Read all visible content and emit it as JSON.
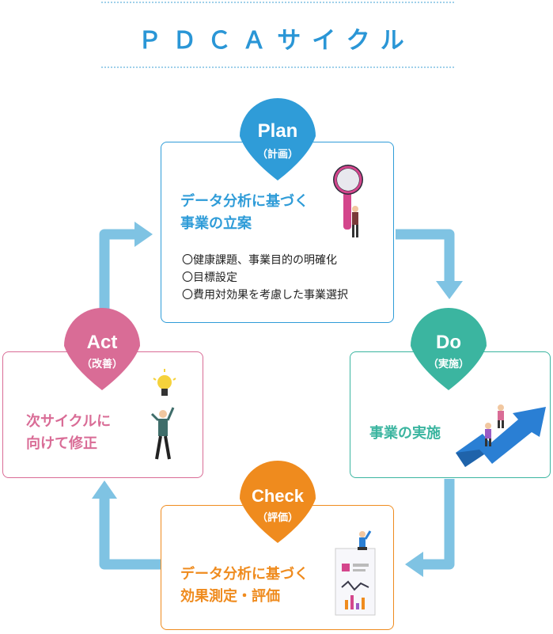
{
  "title": "ＰＤＣＡサイクル",
  "colors": {
    "plan": "#2f9cd8",
    "do": "#3bb5a0",
    "check": "#ef8b1e",
    "act": "#d96c96",
    "arrow": "#7fc3e3"
  },
  "plan": {
    "label": "Plan",
    "sub": "（計画）",
    "heading": [
      "データ分析に基づく",
      "事業の立案"
    ],
    "items": [
      "〇健康課題、事業目的の明確化",
      "〇目標設定",
      "〇費用対効果を考慮した事業選択"
    ]
  },
  "do": {
    "label": "Do",
    "sub": "（実施）",
    "heading": [
      "事業の実施"
    ]
  },
  "check": {
    "label": "Check",
    "sub": "（評価）",
    "heading": [
      "データ分析に基づく",
      "効果測定・評価"
    ]
  },
  "act": {
    "label": "Act",
    "sub": "（改善）",
    "heading": [
      "次サイクルに",
      "向けて修正"
    ]
  }
}
